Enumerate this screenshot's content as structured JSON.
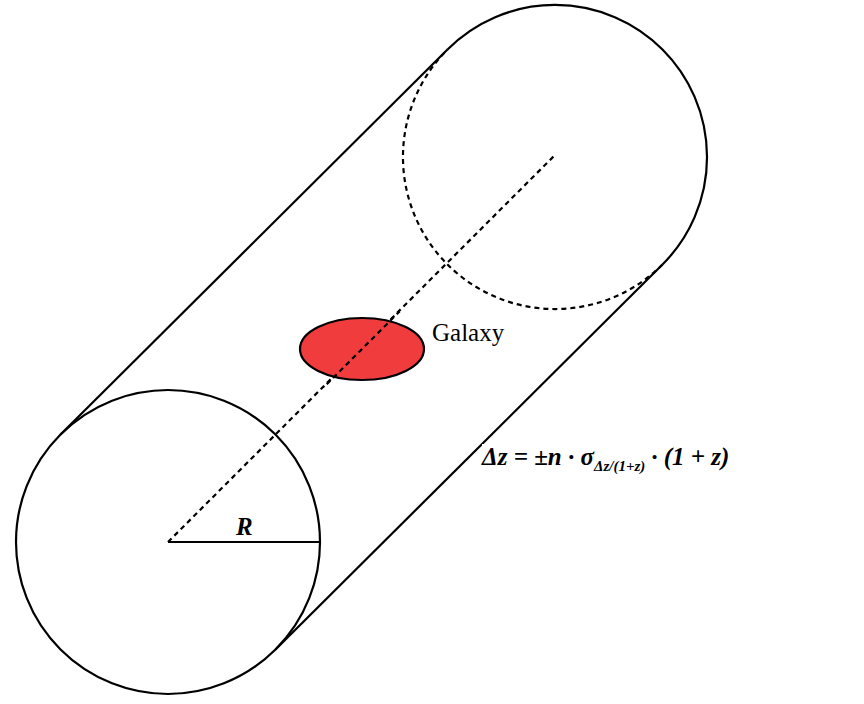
{
  "diagram": {
    "nodes": [
      {
        "text": [
          "Galaxy"
        ]
      }
    ],
    "labels": [
      "R",
      "Δz = ±n · σ",
      "Δz/(1+z)",
      "· (1 + z)"
    ]
  }
}
